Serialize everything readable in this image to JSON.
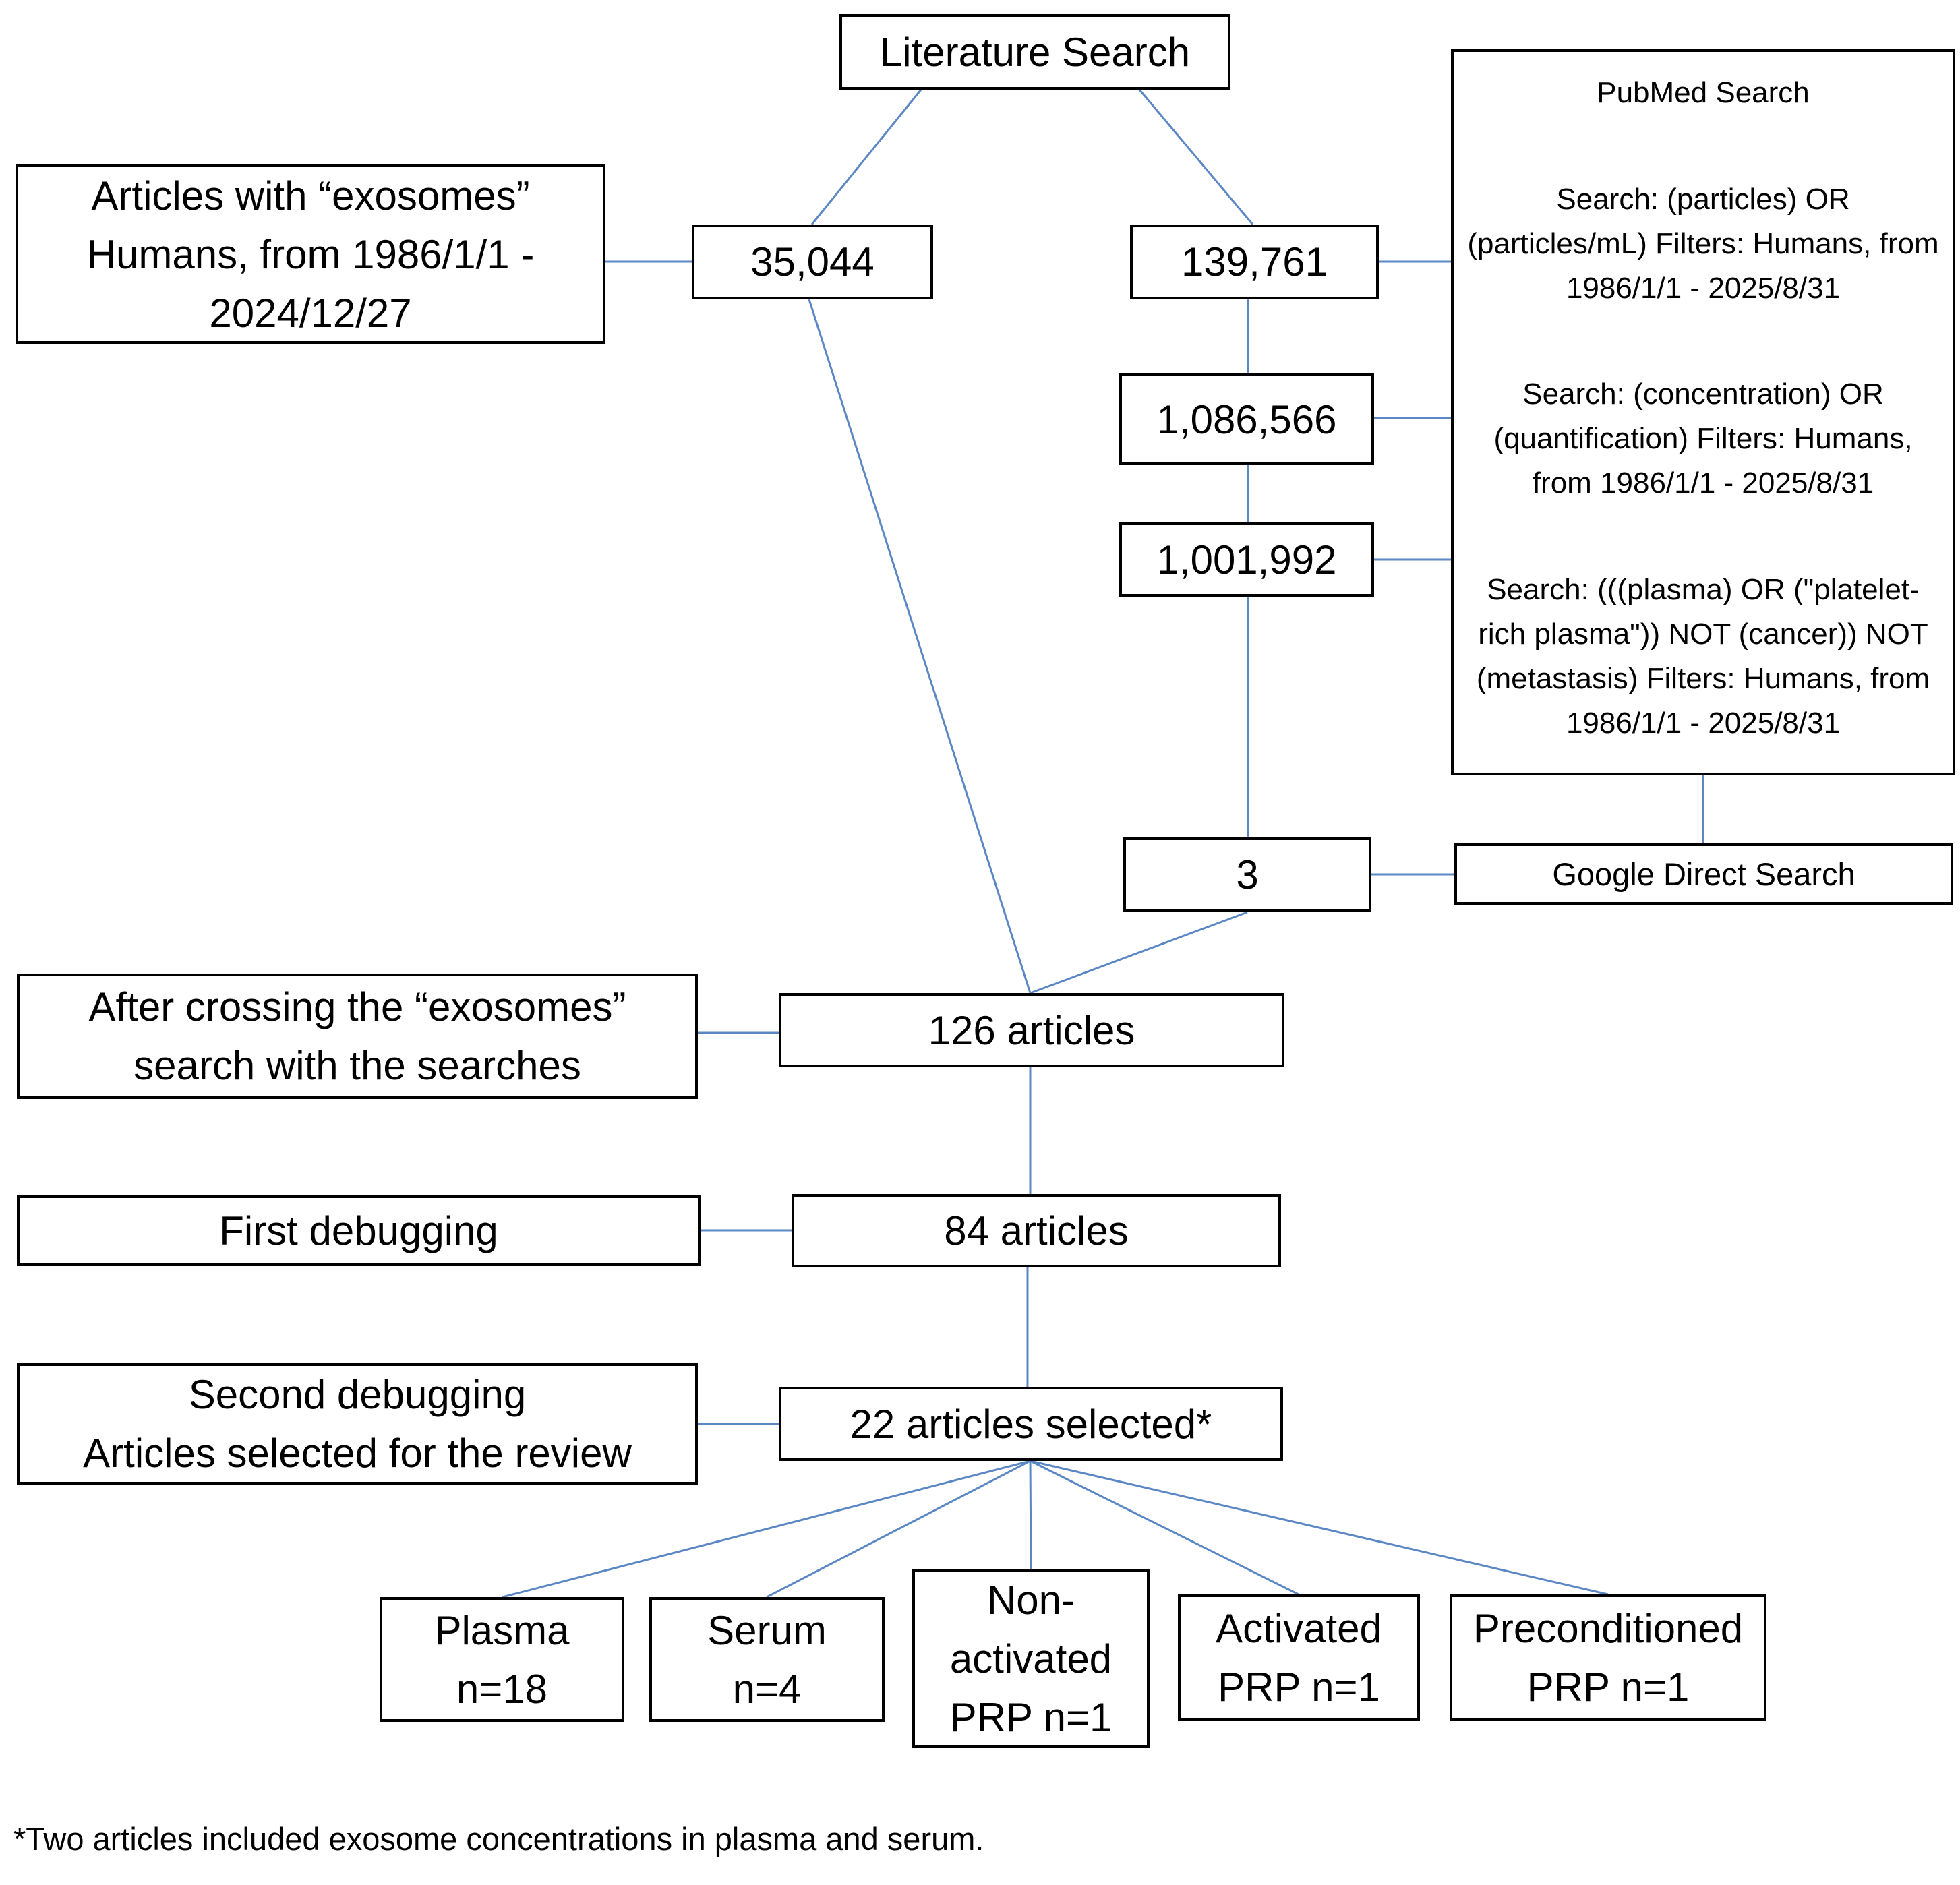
{
  "diagram": {
    "colors": {
      "line": "#5b87c5",
      "border": "#000000",
      "background": "#ffffff",
      "text": "#000000"
    },
    "literature_search": "Literature Search",
    "exosomes_criteria": "Articles with “exosomes”\nHumans, from 1986/1/1 -\n2024/12/27",
    "count_exosomes": "35,044",
    "count_particles": "139,761",
    "count_concentration": "1,086,566",
    "count_plasma": "1,001,992",
    "count_google": "3",
    "pubmed": {
      "title": "PubMed Search",
      "search_particles": "Search: (particles) OR (particles/mL) Filters: Humans, from 1986/1/1 - 2025/8/31",
      "search_concentration": "Search: (concentration) OR (quantification) Filters: Humans, from 1986/1/1 - 2025/8/31",
      "search_plasma": "Search: (((plasma) OR (\"platelet-rich plasma\")) NOT (cancer)) NOT (metastasis) Filters: Humans, from 1986/1/1 - 2025/8/31"
    },
    "google_direct_search": "Google Direct Search",
    "after_crossing": "After crossing the “exosomes”\nsearch with the searches",
    "count_crossed": "126 articles",
    "first_debugging": "First debugging",
    "count_first": "84 articles",
    "second_debugging": "Second debugging\nArticles selected for the review",
    "count_selected": "22 articles selected*",
    "groups": [
      {
        "label": "Plasma\nn=18"
      },
      {
        "label": "Serum\nn=4"
      },
      {
        "label": "Non-\nactivated\nPRP n=1"
      },
      {
        "label": "Activated\nPRP n=1"
      },
      {
        "label": "Preconditioned\nPRP n=1"
      }
    ],
    "footnote": "*Two articles included exosome concentrations in plasma and serum."
  }
}
